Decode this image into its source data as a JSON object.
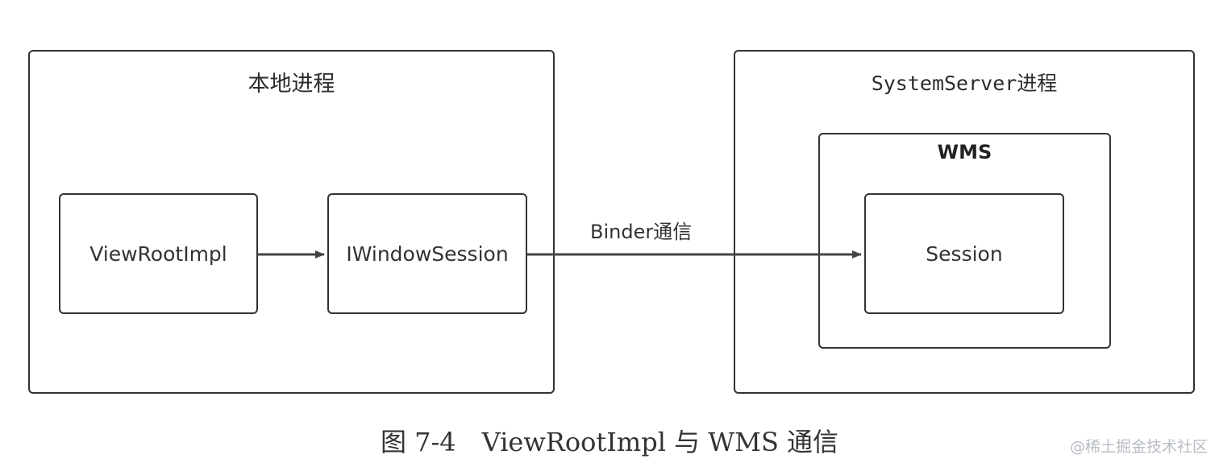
{
  "diagram": {
    "local_process": {
      "title": "本地进程"
    },
    "server_process": {
      "title": "SystemServer进程"
    },
    "wms": {
      "title": "WMS"
    },
    "nodes": {
      "viewrootimpl": "ViewRootImpl",
      "iwindowsession": "IWindowSession",
      "session": "Session"
    },
    "edges": {
      "binder_label": "Binder通信"
    }
  },
  "caption": "图 7-4　ViewRootImpl 与 WMS 通信",
  "watermark": "@稀土掘金技术社区",
  "colors": {
    "stroke": "#333333",
    "text": "#2b2b2b",
    "watermark": "#b8bcc4"
  }
}
